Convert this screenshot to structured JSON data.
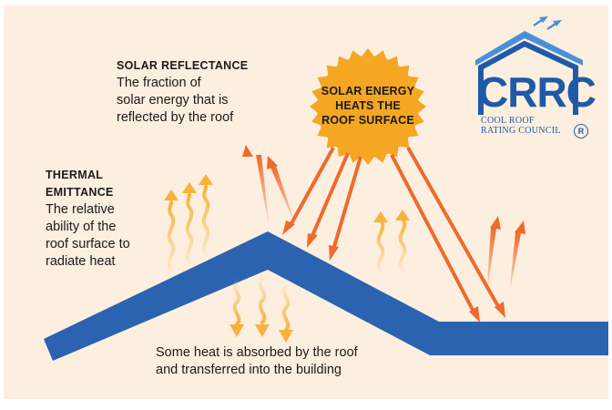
{
  "labels": {
    "solar_reflectance_title": "SOLAR REFLECTANCE",
    "solar_reflectance_desc_1": "The fraction of",
    "solar_reflectance_desc_2": "solar energy that is",
    "solar_reflectance_desc_3": "reflected by the roof",
    "thermal_emittance_title_1": "THERMAL",
    "thermal_emittance_title_2": "EMITTANCE",
    "thermal_emittance_desc_1": "The relative",
    "thermal_emittance_desc_2": "ability of the",
    "thermal_emittance_desc_3": "roof surface to",
    "thermal_emittance_desc_4": "radiate heat",
    "sun_line_1": "SOLAR ENERGY",
    "sun_line_2": "HEATS THE",
    "sun_line_3": "ROOF SURFACE",
    "absorbed_line_1": "Some heat is absorbed by the roof",
    "absorbed_line_2": "and transferred into the building"
  },
  "logo": {
    "letters": "CRRC",
    "sub_line_1": "COOL ROOF",
    "sub_line_2": "RATING COUNCIL",
    "registered": "R"
  },
  "colors": {
    "background": "#fdefdf",
    "roof": "#2b63b0",
    "sun": "#f5a623",
    "reflected_arrow": "#ee6a2e",
    "heat_wave": "#f7b23b",
    "logo_blue": "#1f5aa6",
    "logo_light_blue": "#4a90d9"
  }
}
